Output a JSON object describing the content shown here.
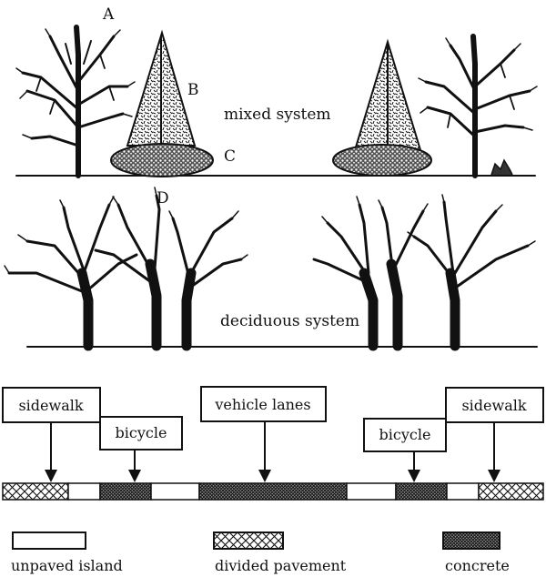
{
  "top_scene": {
    "letters": {
      "a": "A",
      "b": "B",
      "c": "C",
      "d": "D"
    },
    "caption": "mixed system"
  },
  "middle_scene": {
    "caption": "deciduous system"
  },
  "road": {
    "labels": {
      "sidewalk_left": "sidewalk",
      "bicycle_left": "bicycle",
      "vehicle_lanes": "vehicle lanes",
      "bicycle_right": "bicycle",
      "sidewalk_right": "sidewalk"
    },
    "segments": [
      "divided pavement",
      "unpaved island",
      "concrete",
      "unpaved island",
      "concrete",
      "unpaved island",
      "concrete",
      "unpaved island",
      "divided pavement"
    ]
  },
  "legend": {
    "unpaved_island": "unpaved island",
    "divided_pavement": "divided pavement",
    "concrete": "concrete"
  }
}
